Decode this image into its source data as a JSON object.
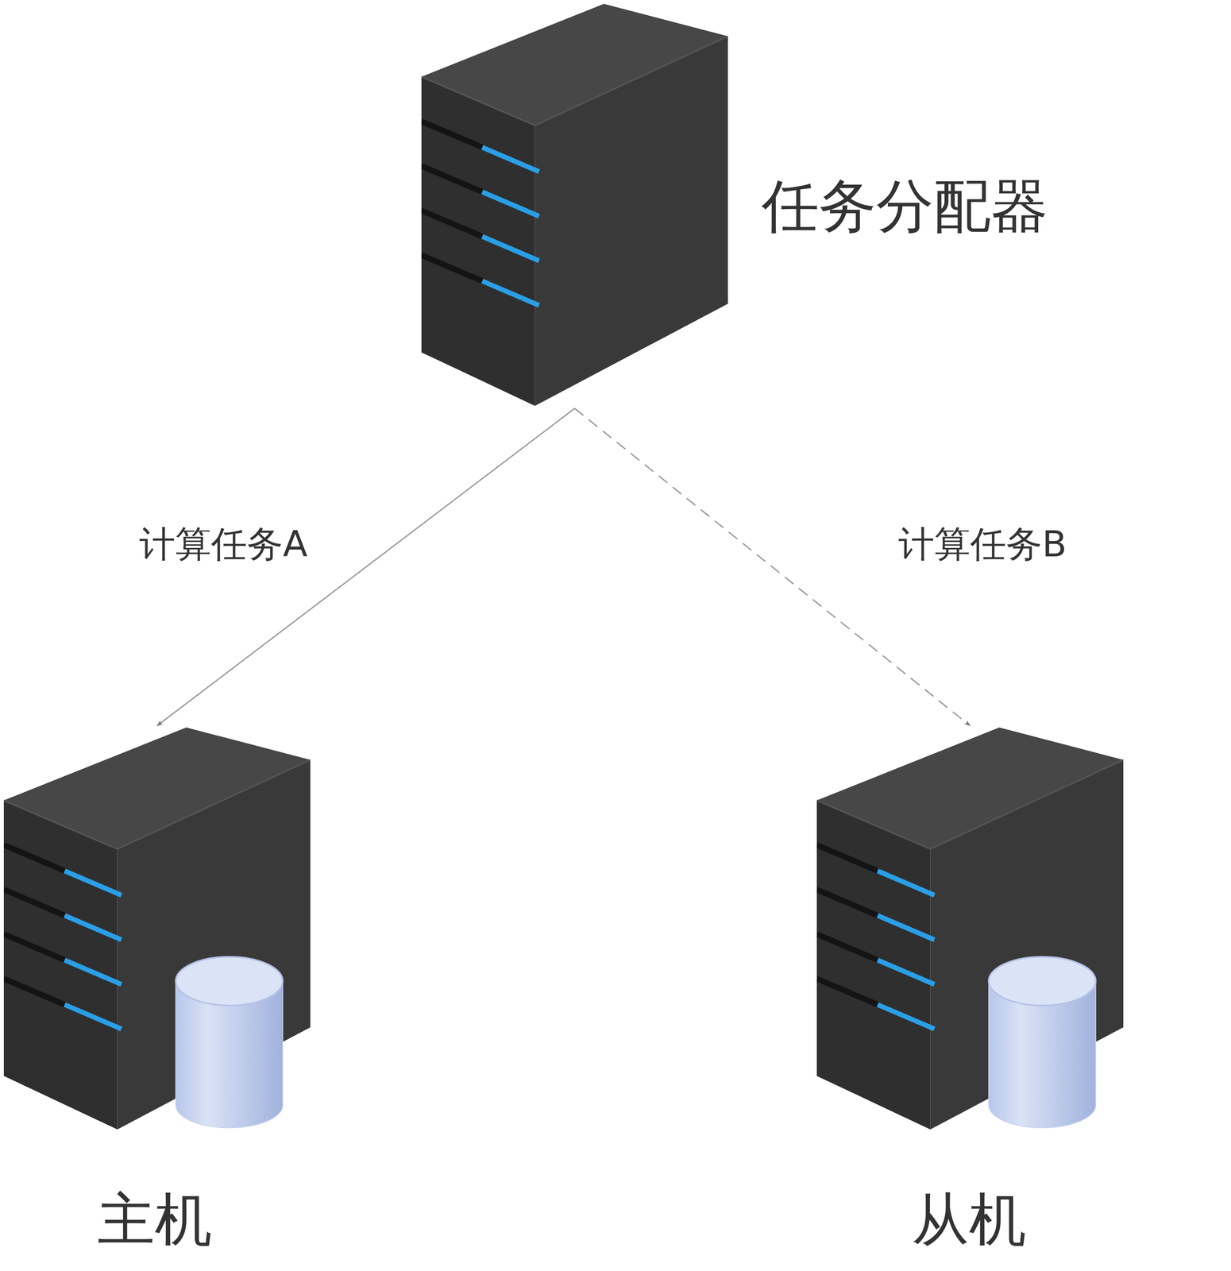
{
  "diagram": {
    "nodes": [
      {
        "text": [
          "任务分配器"
        ]
      },
      {
        "text": [
          "主机"
        ]
      },
      {
        "text": [
          "从机"
        ]
      }
    ],
    "edges": [
      {
        "from": 0,
        "to": 1,
        "label": "计算任务A",
        "arrow": "to"
      },
      {
        "from": 0,
        "to": 2,
        "label": "计算任务B",
        "arrow": "to"
      }
    ]
  }
}
